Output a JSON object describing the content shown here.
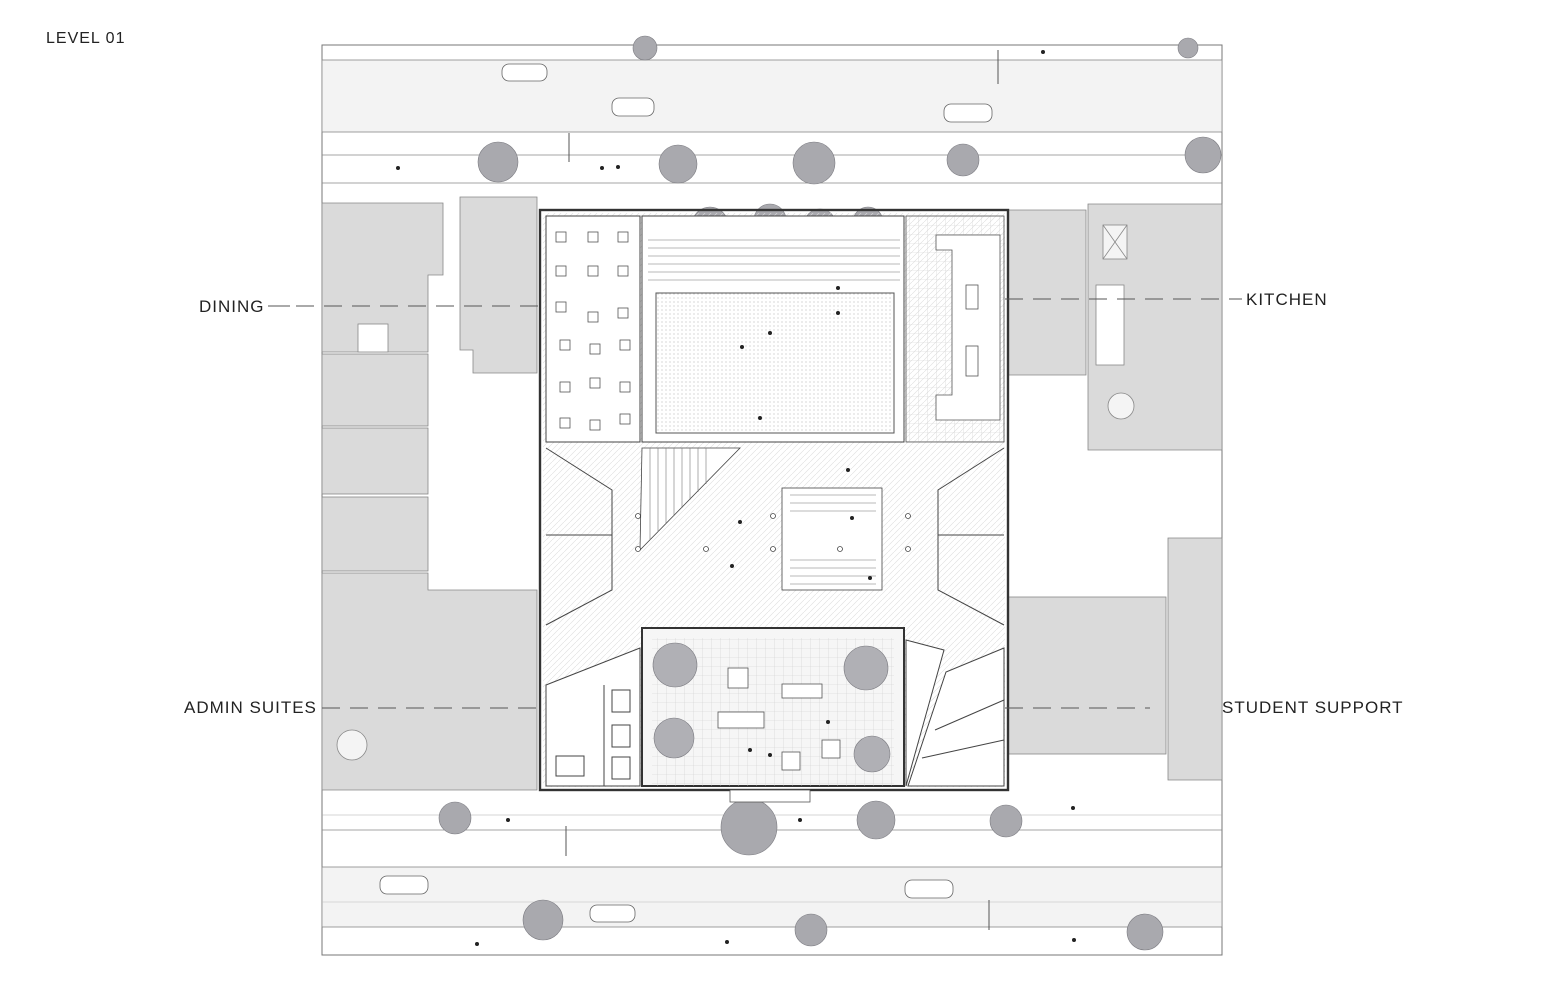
{
  "plan": {
    "title": "LEVEL 01",
    "labels": {
      "dining": "DINING",
      "kitchen": "KITCHEN",
      "admin": "ADMIN SUITES",
      "student": "STUDENT SUPPORT"
    }
  },
  "colors": {
    "road": "#f2f2f2",
    "neighbor": "#d9d9d9",
    "line": "#555555",
    "wall": "#333333",
    "tree": "#9a9aa0",
    "courtyard": "#eeeeee"
  }
}
